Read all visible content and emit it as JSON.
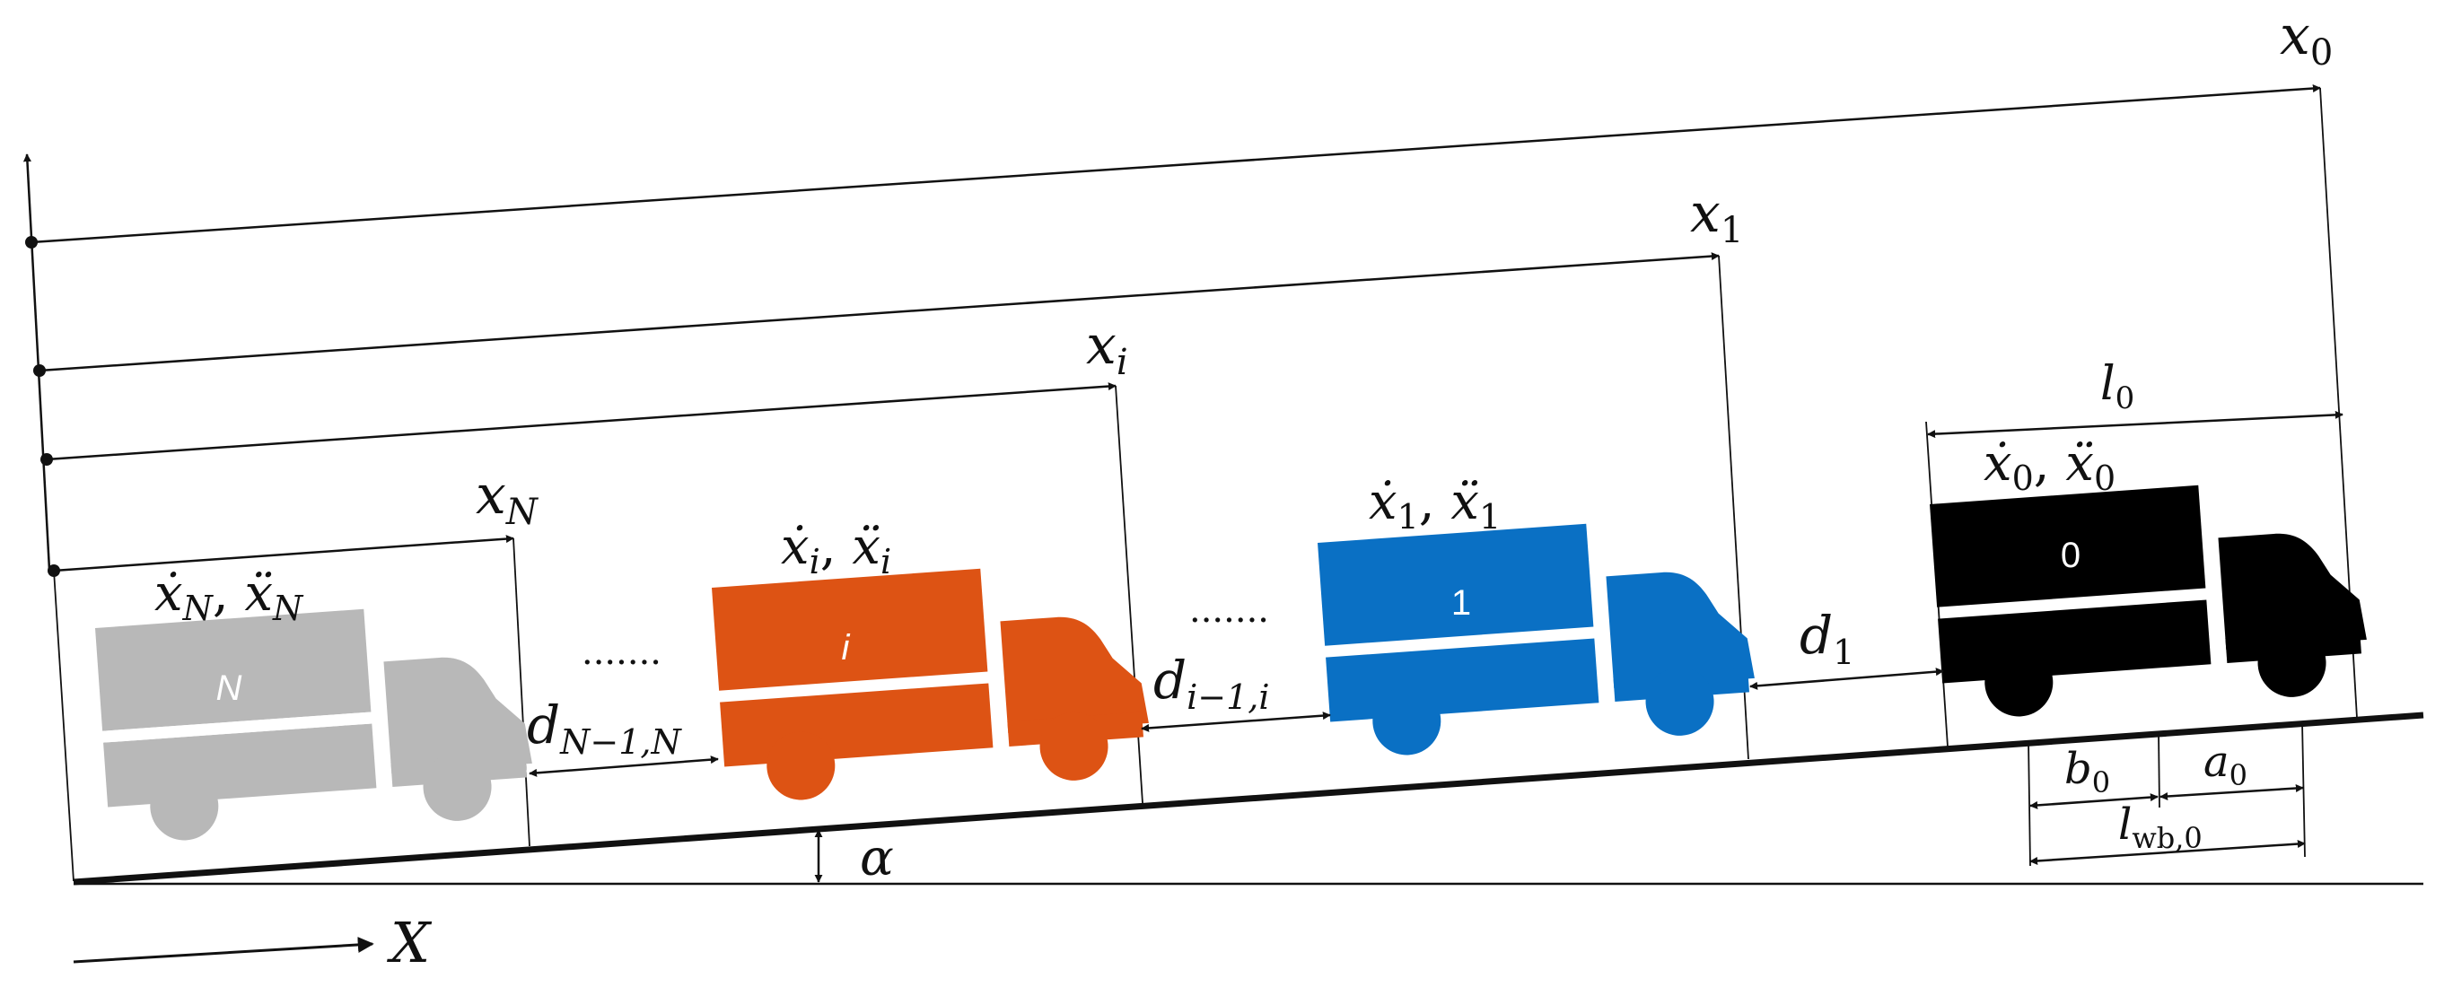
{
  "colors": {
    "truck_N": "#b8b8b8",
    "truck_i": "#dd5314",
    "truck_1": "#0a70c4",
    "truck_0": "#000000",
    "line": "#111111"
  },
  "labels": {
    "x0": {
      "base": "x",
      "sub": "0"
    },
    "x1": {
      "base": "x",
      "sub": "1"
    },
    "xi": {
      "base": "x",
      "sub": "i"
    },
    "xN": {
      "base": "x",
      "sub": "N"
    },
    "l0": {
      "base": "l",
      "sub": "0"
    },
    "vel0": {
      "b1": "ẋ",
      "s1": "0",
      "sep": ", ",
      "b2": "ẍ",
      "s2": "0"
    },
    "vel1": {
      "b1": "ẋ",
      "s1": "1",
      "sep": ", ",
      "b2": "ẍ",
      "s2": "1"
    },
    "veli": {
      "b1": "ẋ",
      "s1": "i",
      "sep": ", ",
      "b2": "ẍ",
      "s2": "i"
    },
    "velN": {
      "b1": "ẋ",
      "s1": "N",
      "sep": ", ",
      "b2": "ẍ",
      "s2": "N"
    },
    "d1": {
      "base": "d",
      "sub": "1"
    },
    "dii": {
      "base": "d",
      "sub": "i−1,i"
    },
    "dNN": {
      "base": "d",
      "sub": "N−1,N"
    },
    "dots1": "·······",
    "dots2": "·······",
    "b0": {
      "base": "b",
      "sub": "0"
    },
    "a0": {
      "base": "a",
      "sub": "0"
    },
    "lwb": {
      "base": "l",
      "sub": "wb,0"
    },
    "alpha": "α",
    "X": "X"
  },
  "trucks": {
    "t0": "0",
    "t1": "1",
    "ti": "i",
    "tN": "N"
  }
}
